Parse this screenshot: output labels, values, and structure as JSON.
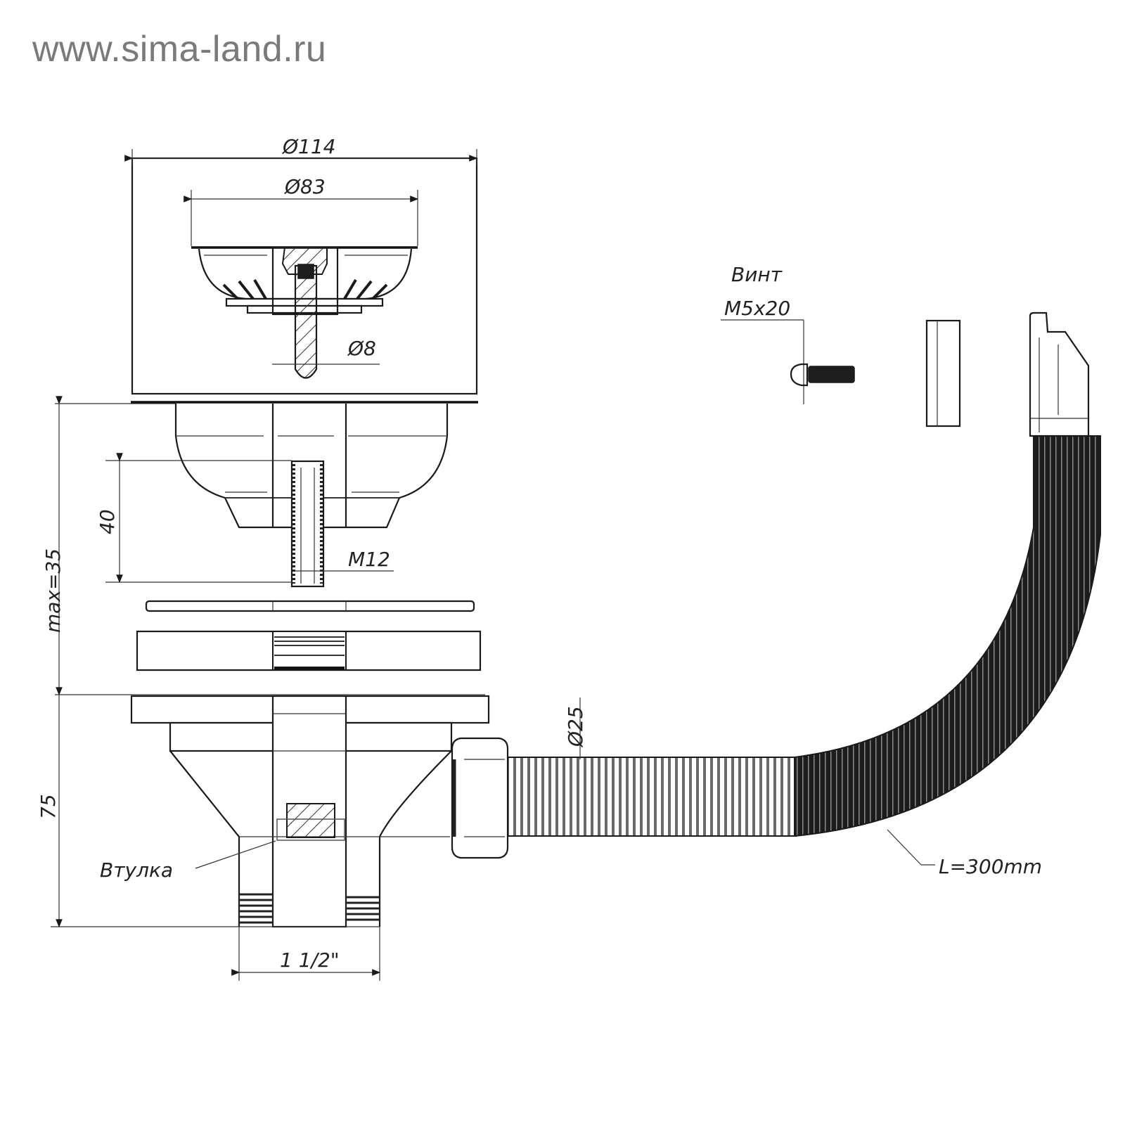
{
  "watermark": "www.sima-land.ru",
  "dimensions": {
    "outer_diameter": "Ø114",
    "basket_diameter": "Ø83",
    "stem_diameter": "Ø8",
    "bolt_length": "40",
    "bolt_thread": "M12",
    "max_thickness": "max=35",
    "body_height": "75",
    "outlet_thread": "1 1/2\"",
    "hose_diameter": "Ø25",
    "hose_length": "L=300mm"
  },
  "labels": {
    "screw_title": "Винт",
    "screw_size": "M5x20",
    "bushing": "Втулка"
  }
}
